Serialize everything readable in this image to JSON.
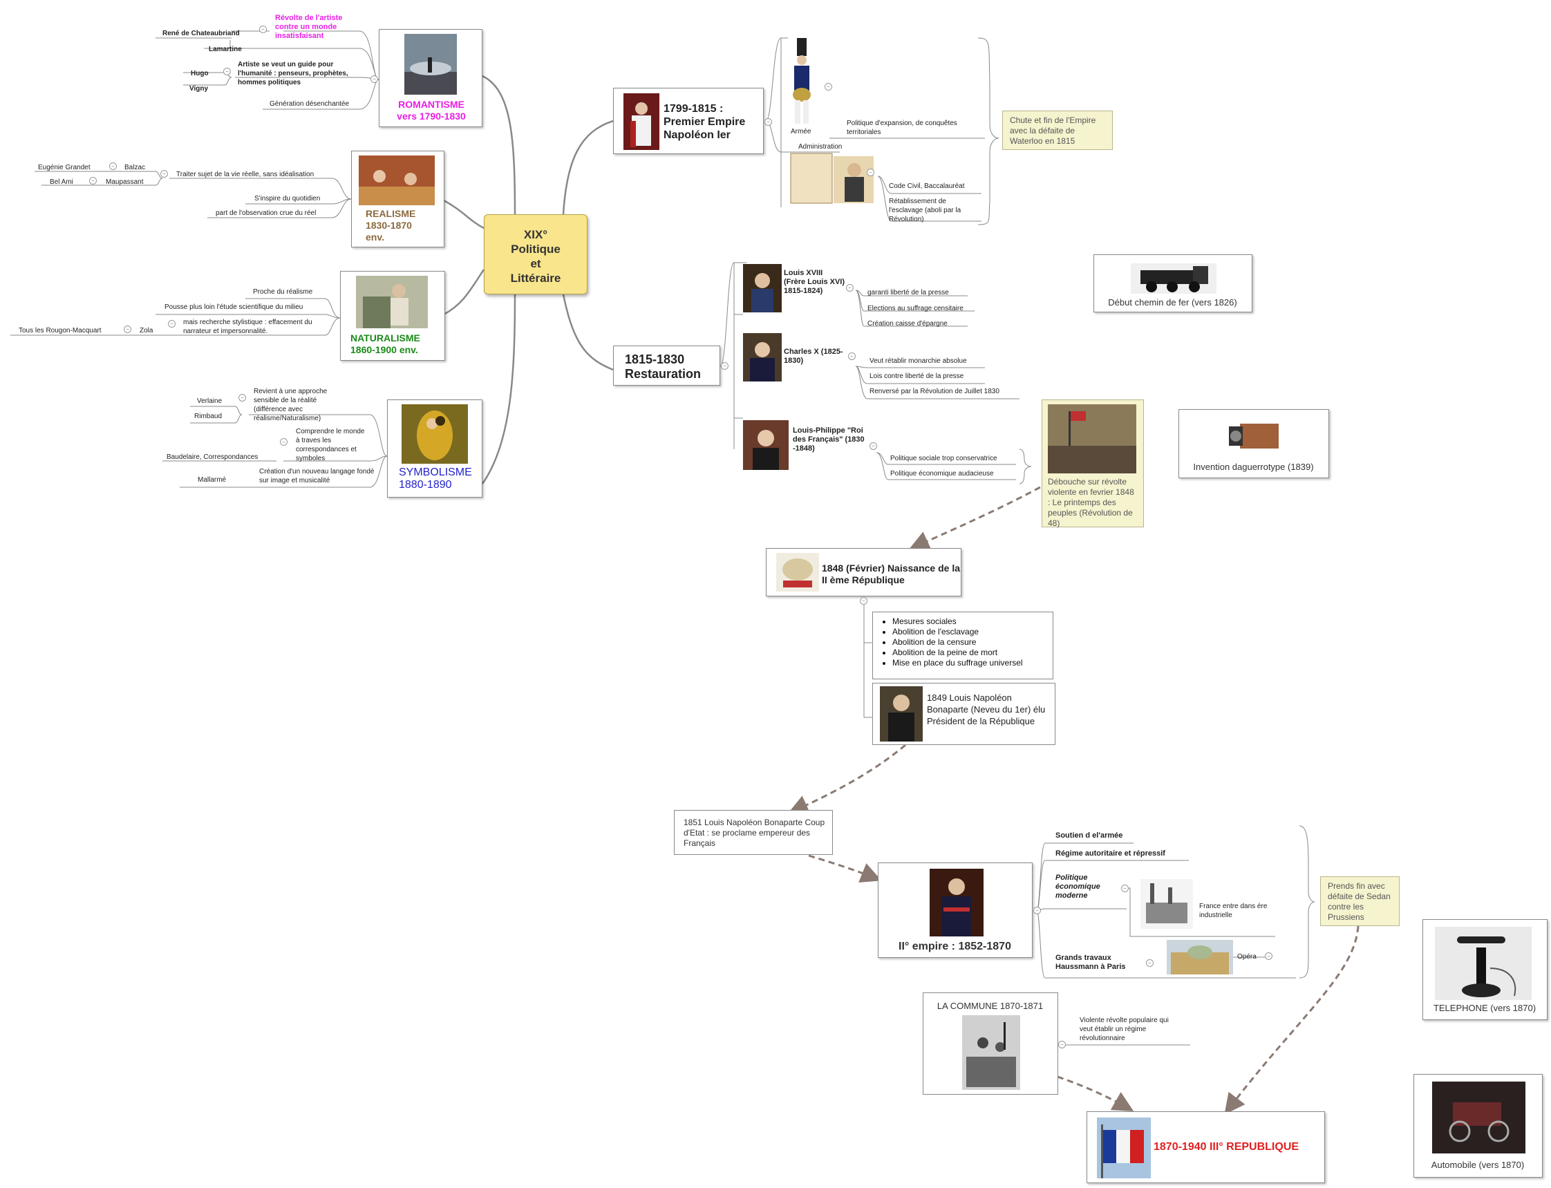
{
  "center": {
    "line1": "XIX°",
    "line2": "Politique",
    "line3": "et",
    "line4": "Littéraire"
  },
  "romantisme": {
    "title1": "ROMANTISME",
    "title2": "vers 1790-1830",
    "revolte": "Révolte de l'artiste contre un monde insatisfaisant",
    "chateaubriand": "René de Chateaubriand",
    "lamartine": "Lamartine",
    "guide": "Artiste se veut un guide pour l'humanité : penseurs, prophètes, hommes politiques",
    "hugo": "Hugo",
    "vigny": "Vigny",
    "generation": "Génération désenchantée"
  },
  "realisme": {
    "title1": "REALISME",
    "title2": "1830-1870",
    "title3": "env.",
    "traiter": "Traiter sujet de la vie réelle, sans idéalisation",
    "balzac": "Balzac",
    "grandet": "Eugénie Grandet",
    "maupassant": "Maupassant",
    "belami": "Bel Ami",
    "quotidien": "S'inspire du quotidien",
    "observation": "part de l'observation crue du réel"
  },
  "naturalisme": {
    "title1": "NATURALISME",
    "title2": "1860-1900 env.",
    "proche": "Proche du réalisme",
    "pousse": "Pousse plus loin l'étude scientifique du milieu",
    "recherche": "mais recherche stylistique : effacement du narrateur et impersonnalité.",
    "zola": "Zola",
    "rougon": "Tous les Rougon-Macquart"
  },
  "symbolisme": {
    "title1": "SYMBOLISME",
    "title2": "1880-1890",
    "revient": "Revient à une approche sensible de la réalité (différence avec réalisme/Naturalisme)",
    "verlaine": "Verlaine",
    "rimbaud": "Rimbaud",
    "comprendre": "Comprendre le monde à traves les correspondances et symboles",
    "baudelaire": "Baudelaire, Correspondances",
    "creation": "Création d'un nouveau langage fondé sur image et musicalité",
    "mallarme": "Mallarmé"
  },
  "empire1": {
    "title": "1799-1815 : Premier Empire Napoléon Ier",
    "armee": "Armée",
    "expansion": "Politique d'expansion, de conquêtes territoriales",
    "administration": "Administration",
    "code": "Code Civil, Baccalauréat",
    "esclavage": "Rétablissement de l'esclavage (aboli par la Révolution)",
    "chute": "Chute et fin de l'Empire avec la défaite de Waterloo en 1815"
  },
  "restauration": {
    "title1": "1815-1830",
    "title2": "Restauration",
    "louis18": "Louis XVIII (Frère Louis XVI) 1815-1824)",
    "presse": "garanti liberté de la presse",
    "suffrage": "Elections au suffrage censitaire",
    "epargne": "Création caisse d'épargne",
    "charles": "Charles X (1825-1830)",
    "monarchie": "Veut rétablir monarchie absolue",
    "lois": "Lois contre liberté de la presse",
    "renverse": "Renversé par la Révolution de Juillet 1830",
    "lp": "Louis-Philippe \"Roi des Français\" (1830 -1848)",
    "conservatrice": "Politique sociale trop conservatrice",
    "audacieuse": "Politique économique audacieuse",
    "debouche": "Débouche sur révolte violente en fevrier 1848 : Le printemps des peuples (Révolution de 48)"
  },
  "side": {
    "train": "Début chemin de fer (vers 1826)",
    "daguerre": "Invention daguerrotype (1839)",
    "telephone": "TELEPHONE (vers 1870)",
    "auto": "Automobile (vers 1870)"
  },
  "republique2": {
    "title": "1848 (Février) Naissance de la II ème République",
    "mesures": [
      "Mesures sociales",
      "Abolition de l'esclavage",
      "Abolition de la censure",
      "Abolition de la peine de mort",
      "Mise en place du suffrage universel"
    ],
    "louisnap": "1849 Louis Napoléon Bonaparte (Neveu du 1er) élu Président de la République"
  },
  "coup": "1851 Louis Napoléon Bonaparte Coup d'Etat : se proclame empereur des Français",
  "empire2": {
    "title": "II° empire : 1852-1870",
    "soutien": "Soutien d el'armée",
    "regime": "Régime autoritaire et répressif",
    "politique": "Politique économique moderne",
    "industrielle": "France entre dans ére industrielle",
    "travaux": "Grands travaux Haussmann à Paris",
    "opera": "Opéra",
    "sedan": "Prends fin avec défaite de Sedan contre les Prussiens"
  },
  "commune": {
    "title": "LA COMMUNE 1870-1871",
    "desc": "Violente révolte populaire qui veut établir un régime révolutionnaire"
  },
  "republique3": "1870-1940 III° REPUBLIQUE",
  "colors": {
    "romantisme": "#e91ee6",
    "realisme": "#8b6a3e",
    "naturalisme": "#1a8a1a",
    "symbolisme": "#2222cc",
    "republique": "#e02020",
    "center": "#f8e58c"
  }
}
